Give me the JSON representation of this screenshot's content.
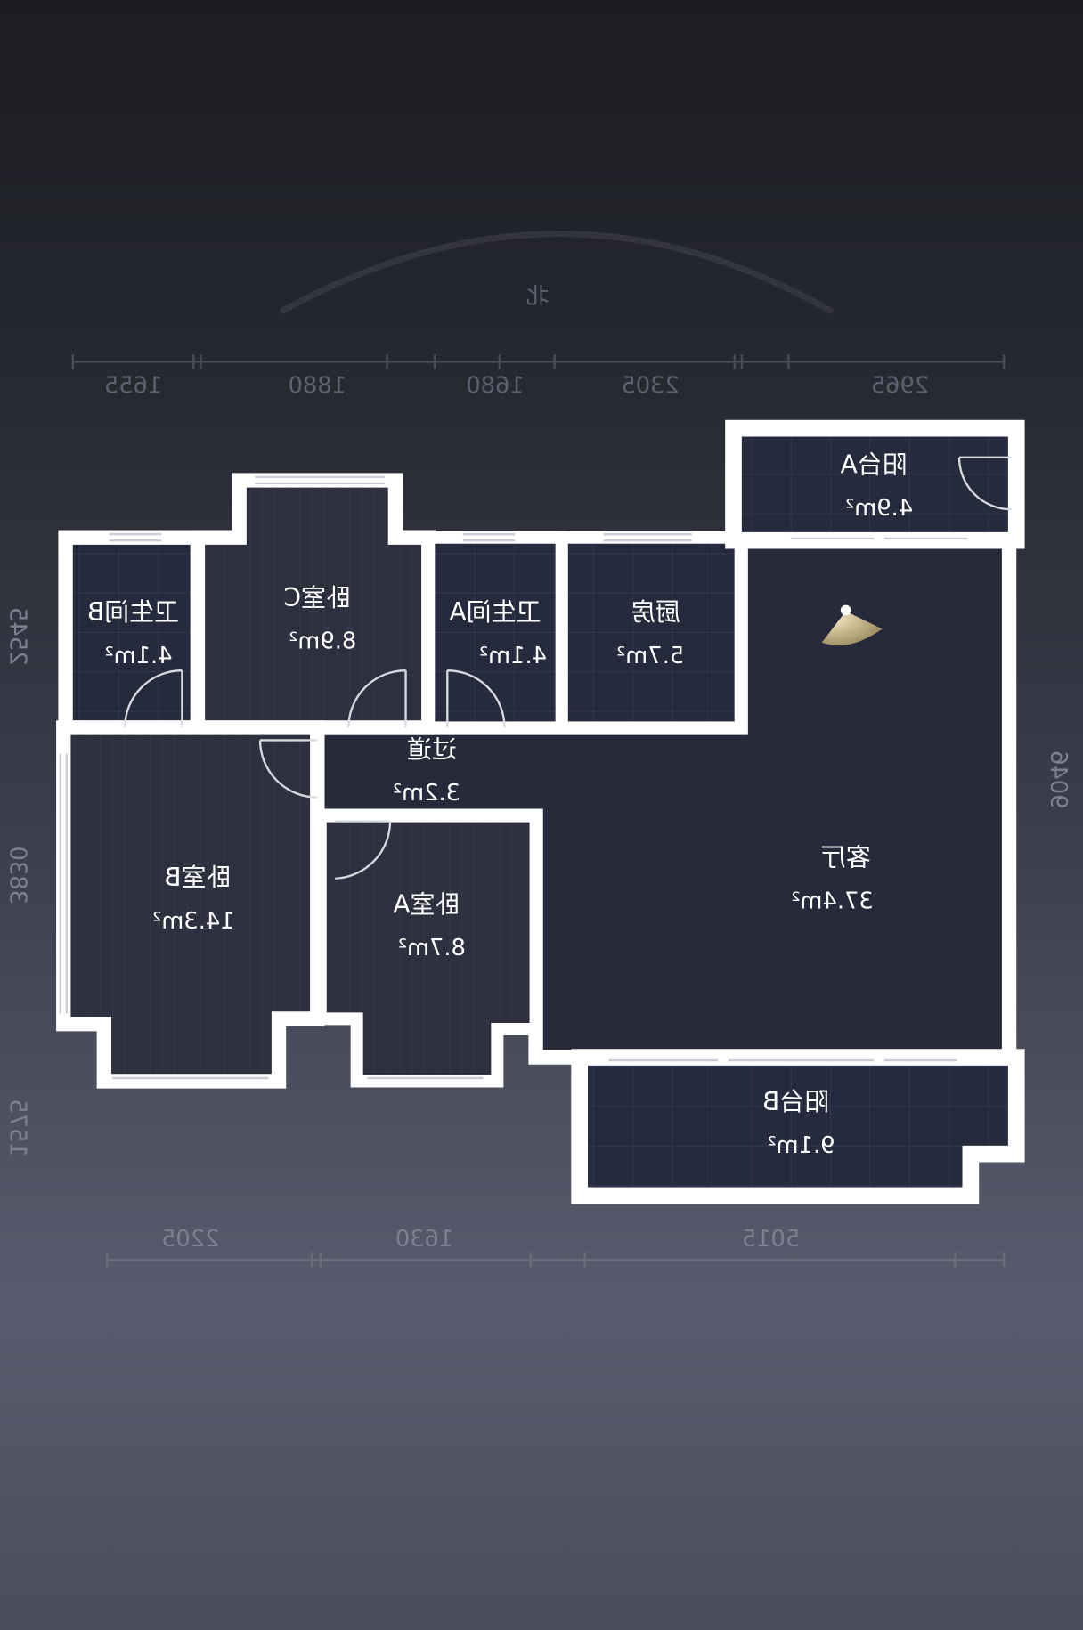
{
  "compass": {
    "label": "北"
  },
  "dimensions": {
    "top": [
      "1655",
      "1880",
      "1680",
      "2305",
      "2965"
    ],
    "bottom": [
      "2205",
      "1630",
      "5015"
    ],
    "left": [
      "2545",
      "3830",
      "1575"
    ],
    "right": [
      "9046"
    ]
  },
  "rooms": [
    {
      "name": "卫生间B",
      "area": "4.1m²"
    },
    {
      "name": "卧室C",
      "area": "8.9m²"
    },
    {
      "name": "卫生间A",
      "area": "4.1m²"
    },
    {
      "name": "厨房",
      "area": "5.7m²"
    },
    {
      "name": "阳台A",
      "area": "4.9m²"
    },
    {
      "name": "过道",
      "area": "3.2m²"
    },
    {
      "name": "客厅",
      "area": "37.4m²"
    },
    {
      "name": "卧室B",
      "area": "14.3m²"
    },
    {
      "name": "卧室A",
      "area": "8.7m²"
    },
    {
      "name": "阳台B",
      "area": "9.1m²"
    }
  ],
  "colors": {
    "wall": "#ffffff",
    "floor": "#262a3a",
    "camera": "#d9c79a"
  }
}
